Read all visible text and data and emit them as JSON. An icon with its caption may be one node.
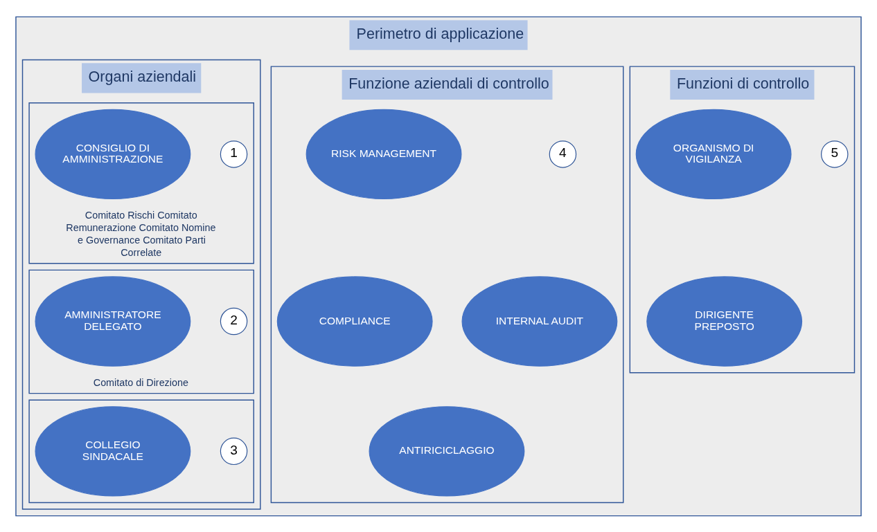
{
  "diagram": {
    "nodes": [
      {
        "text": [
          "Perimetro di applicazione"
        ]
      },
      {
        "text": [
          "Organi aziendali"
        ],
        "in": 0
      },
      {
        "text": [
          "Comitato Rischi Comitato Remunerazione Comitato Nomine e Governance Comitato Parti Correlate"
        ],
        "in": 1
      },
      {
        "text": [
          "1"
        ],
        "in": 2
      },
      {
        "text": [
          "CONSIGLIO DI AMMINISTRAZIONE"
        ],
        "in": 2
      },
      {
        "text": [
          "Comitato di Direzione"
        ],
        "in": 1
      },
      {
        "text": [
          "2"
        ],
        "in": 5
      },
      {
        "text": [
          "AMMINISTRATORE DELEGATO"
        ],
        "in": 5
      },
      {
        "text": [],
        "shape": "box",
        "in": 1
      },
      {
        "text": [
          "3"
        ],
        "in": 8
      },
      {
        "text": [
          "COLLEGIO SINDACALE"
        ],
        "in": 8
      },
      {
        "text": [
          "Funzione aziendali di controllo"
        ],
        "in": 0
      },
      {
        "text": [
          "4"
        ],
        "in": 11
      },
      {
        "text": [
          "RISK MANAGEMENT"
        ],
        "in": 11
      },
      {
        "text": [
          "COMPLIANCE"
        ],
        "in": 11
      },
      {
        "text": [
          "INTERNAL AUDIT"
        ],
        "in": 11
      },
      {
        "text": [
          "ANTIRICICLAGGIO"
        ],
        "in": 11
      },
      {
        "text": [
          "Funzioni di controllo"
        ],
        "in": 0
      },
      {
        "text": [
          "5"
        ],
        "in": 17
      },
      {
        "text": [
          "ORGANISMO DI VIGILANZA"
        ],
        "in": 17
      },
      {
        "text": [
          "DIRIGENTE PREPOSTO"
        ],
        "in": 17
      }
    ],
    "edges": []
  }
}
